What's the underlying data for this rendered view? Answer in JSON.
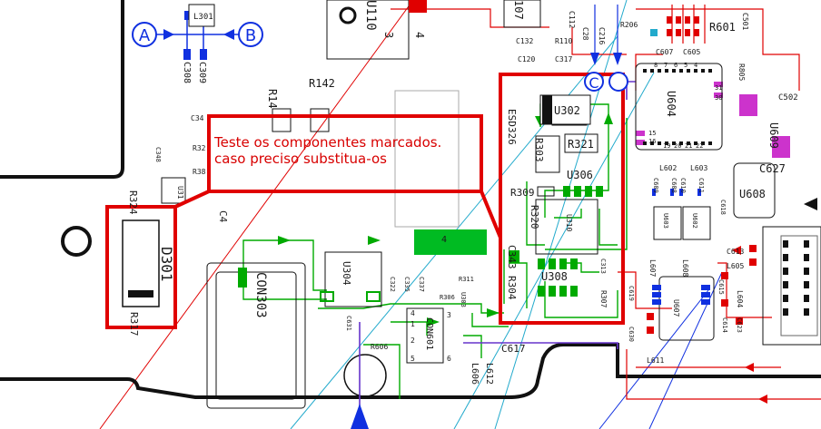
{
  "annotation": {
    "line1": "Teste os componentes marcados.",
    "line2": "caso preciso substitua-os"
  },
  "probes": {
    "a": "A",
    "b": "B",
    "c": "C"
  },
  "colors": {
    "highlight_box": "#e00000",
    "trace_green": "#00aa00",
    "trace_red": "#e00000",
    "probe_blue": "#1030e0",
    "pad_magenta": "#cc33cc",
    "outline": "#111111"
  },
  "labels": {
    "L301": "L301",
    "C308": "C308",
    "C309": "C309",
    "U110": "U110",
    "n3": "3",
    "n4": "4",
    "n107": "107",
    "C112": "C112",
    "C132": "C132",
    "R110": "R110",
    "C28": "C28",
    "C216": "C216",
    "R206": "R206",
    "C120": "C120",
    "C317": "C317",
    "C607": "C607",
    "C605": "C605",
    "R601": "R601",
    "C501": "C501",
    "R805": "R805",
    "U604": "U604",
    "n31": "31",
    "n30": "30",
    "C502": "C502",
    "n15": "15",
    "n16": "16",
    "n19": "19",
    "n20": "20",
    "n21": "21",
    "n22": "22",
    "L602": "L602",
    "L603": "L603",
    "C627": "C627",
    "U608": "U608",
    "U609": "U609",
    "R142": "R142",
    "R14": "R14",
    "C34": "C34",
    "C348": "C348",
    "R32": "R32",
    "R38": "R38",
    "U31": "U31",
    "R324": "R324",
    "C4": "C4",
    "D301": "D301",
    "R317": "R317",
    "U302": "U302",
    "ESD326": "ESD326",
    "R303": "R303",
    "R321": "R321",
    "U306": "U306",
    "R309": "R309",
    "R320": "R320",
    "U310": "U310",
    "C343": "C343",
    "R304": "R304",
    "U308": "U308",
    "C313": "C313",
    "R307": "R307",
    "CON303": "CON303",
    "U304": "U304",
    "C322": "C322",
    "C335": "C335",
    "C337": "C337",
    "R311": "R311",
    "U303": "U303",
    "R306": "R306",
    "C631": "C631",
    "R606": "R606",
    "CON601": "CON601",
    "C617": "C617",
    "L606": "L606",
    "L612": "L612",
    "C619": "C619",
    "C630": "C630",
    "U607": "U607",
    "L611": "L611",
    "L607": "L607",
    "L608": "L608",
    "U603": "U603",
    "U602": "U602",
    "C618": "C618",
    "C613": "C613",
    "L605": "L605",
    "L604": "L604",
    "C615": "C615",
    "C614": "C614",
    "C623": "C623",
    "C609": "C609",
    "C608": "C608",
    "C610": "C610",
    "C611": "C611",
    "e8": "8",
    "e7": "7",
    "e6": "6",
    "e5": "5",
    "e4": "4",
    "p1": "1",
    "p2": "2",
    "p3": "3",
    "p4": "4",
    "p5": "5",
    "p6": "6",
    "big4": "4"
  }
}
